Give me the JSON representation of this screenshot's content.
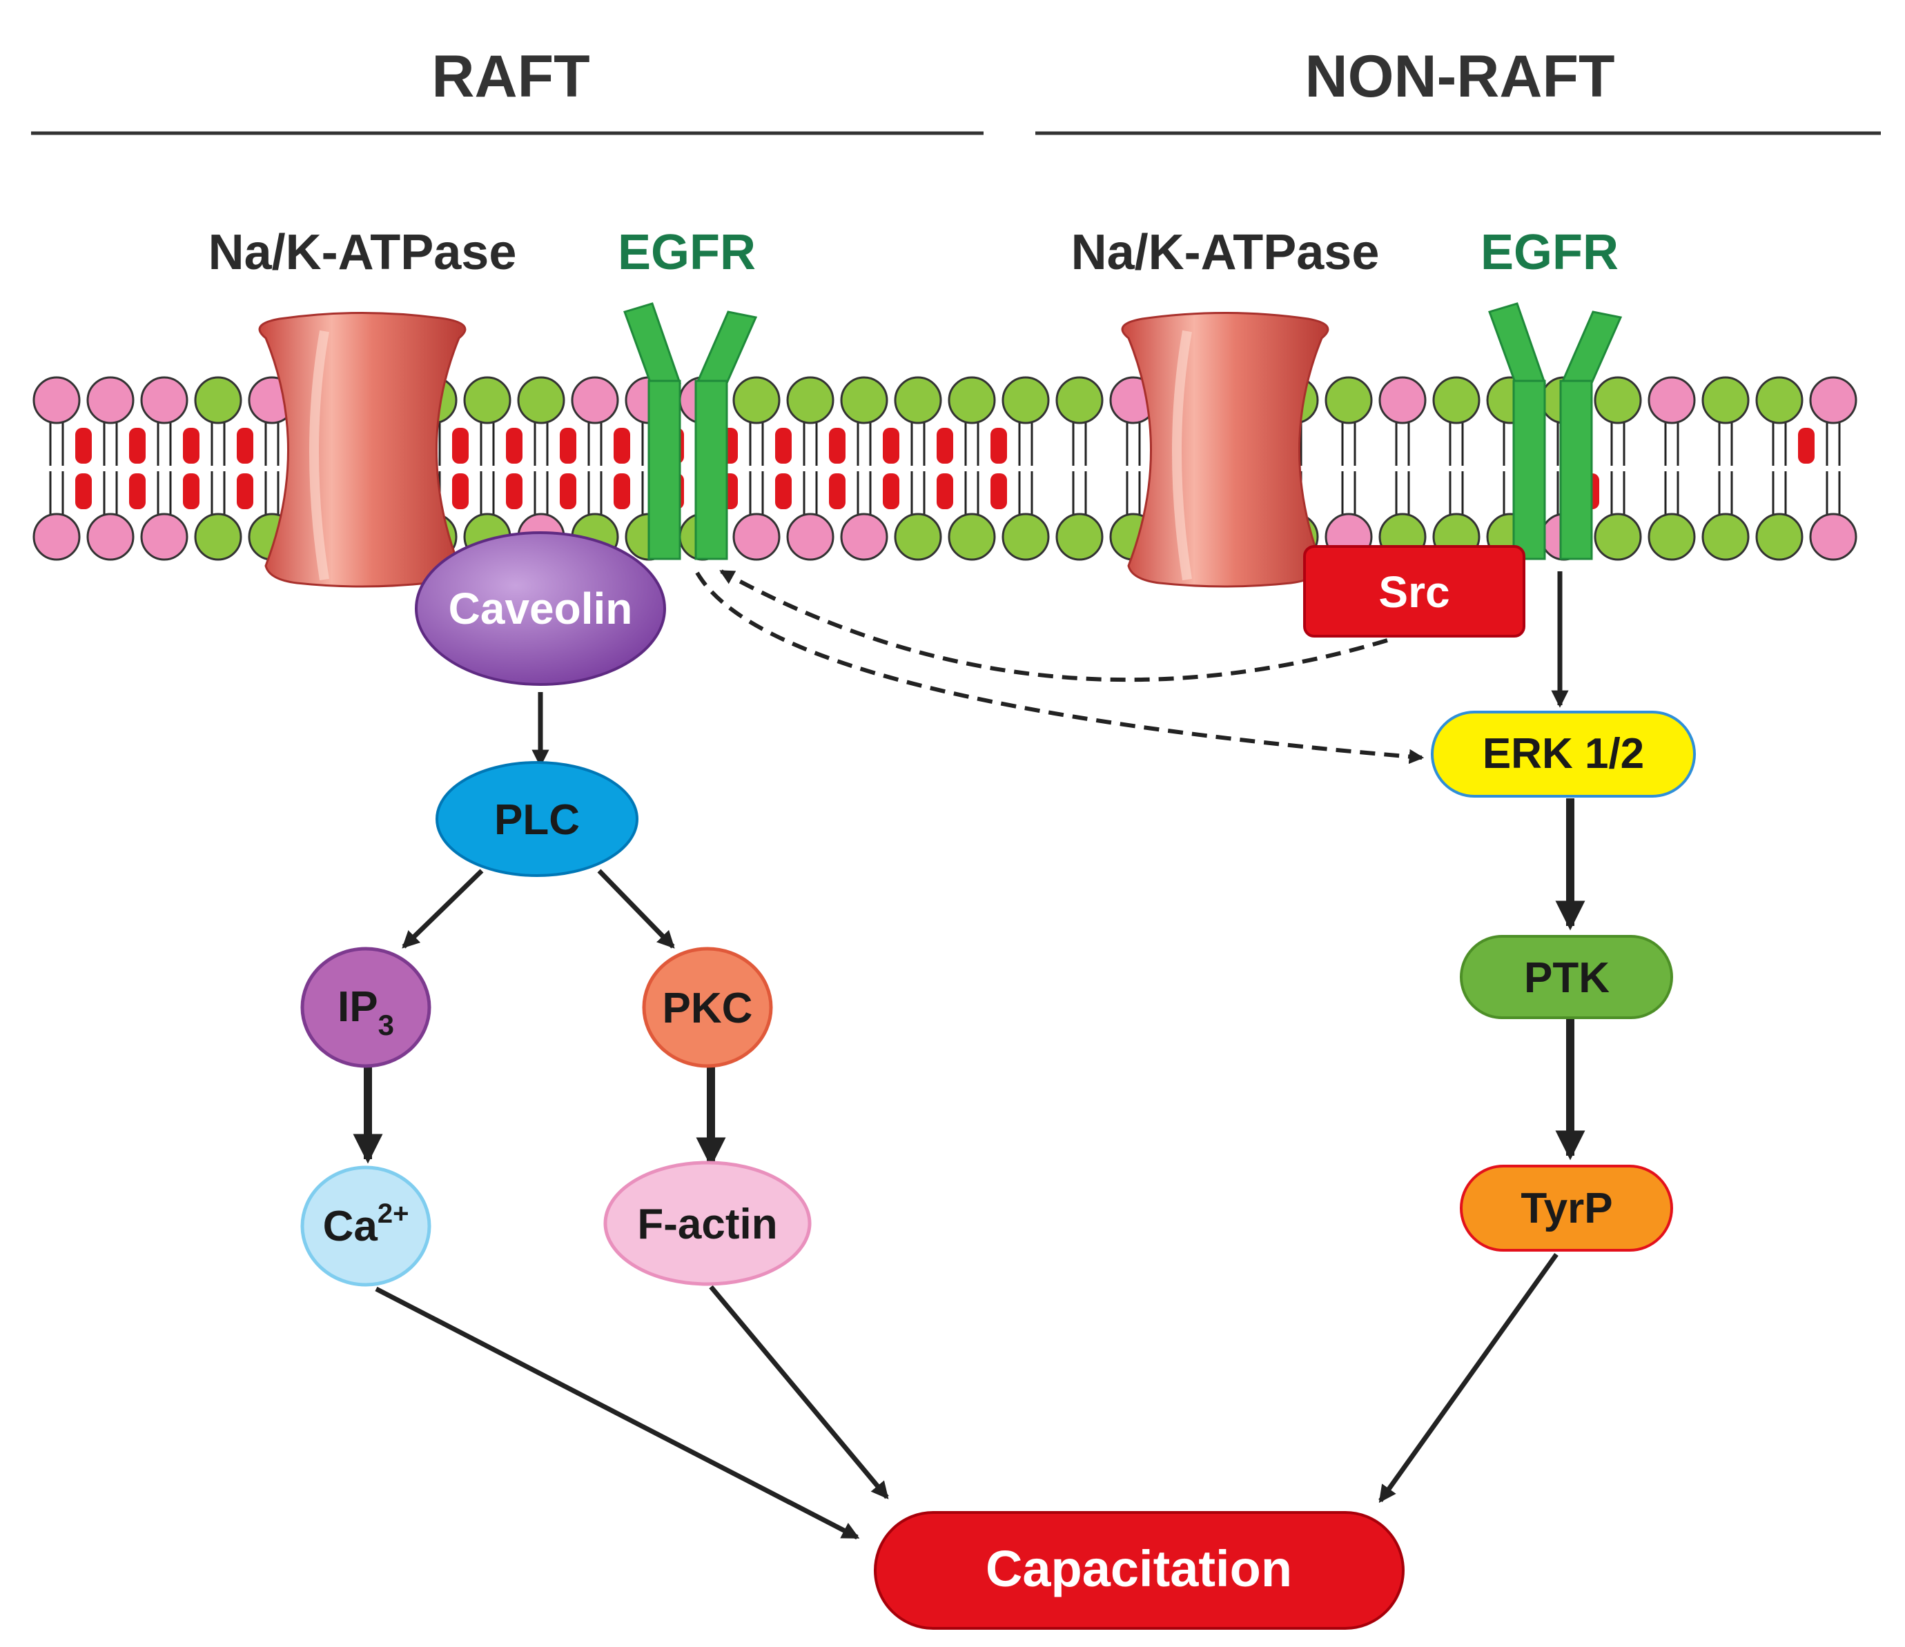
{
  "sections": {
    "raft": "RAFT",
    "nonraft": "NON-RAFT"
  },
  "membrane": {
    "raft_pump_label": "Na/K-ATPase",
    "raft_egfr_label": "EGFR",
    "nonraft_pump_label": "Na/K-ATPase",
    "nonraft_egfr_label": "EGFR"
  },
  "nodes": {
    "caveolin": "Caveolin",
    "src": "Src",
    "plc": "PLC",
    "ip3_main": "IP",
    "ip3_sub": "3",
    "pkc": "PKC",
    "ca_main": "Ca",
    "ca_sup": "2+",
    "factin": "F-actin",
    "erk": "ERK 1/2",
    "ptk": "PTK",
    "tyrp": "TyrP",
    "capacitation": "Capacitation"
  },
  "colors": {
    "egfr_green": "#1a7a4a",
    "heads_pink": "#ef8fbc",
    "heads_green": "#8dc63f",
    "cholesterol_red": "#e0161d",
    "caveolin_purple": "#8e4fb0",
    "src_red": "#e3111b",
    "plc_blue": "#0aa0e0",
    "ip3_purple": "#b566b4",
    "pkc_salmon": "#f28561",
    "ca_lightblue": "#bfe6f8",
    "factin_pink": "#f6c1dc",
    "erk_yellow": "#fff200",
    "ptk_green": "#6cb33e",
    "tyrp_orange": "#f7941d",
    "capacitation_red": "#e3111b"
  }
}
